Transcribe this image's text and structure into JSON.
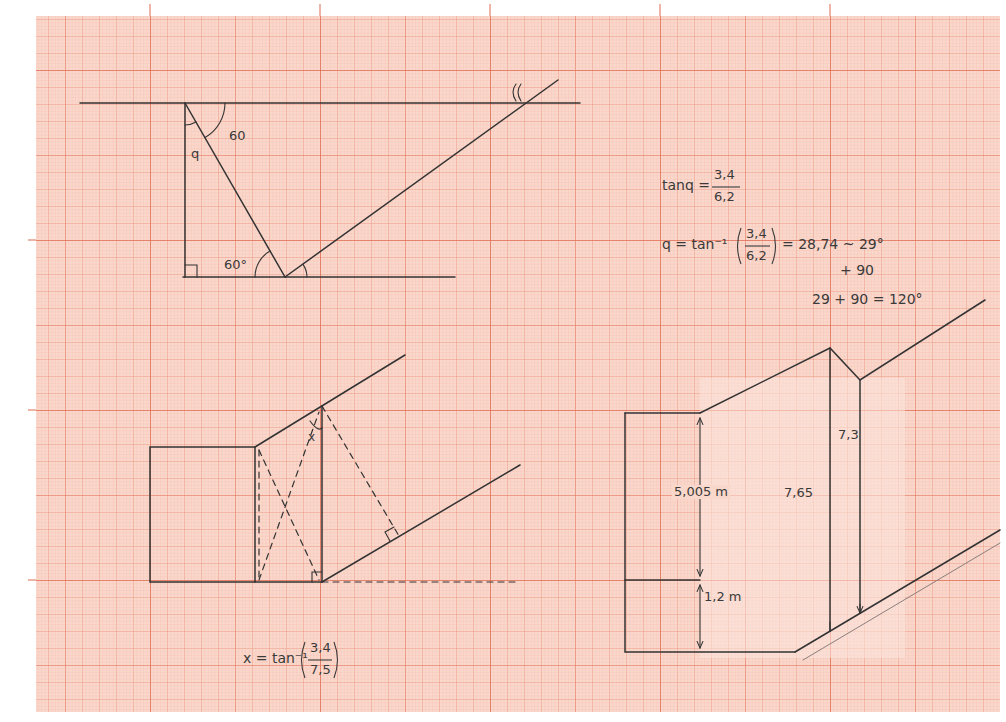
{
  "diagram": {
    "labels": [
      "q",
      "60",
      "60°",
      "tanq =",
      "3,4",
      "6,2",
      "q = tan⁻¹",
      "3,4",
      "6,2",
      "= 28,74 ~ 29°",
      "+ 90",
      "29 + 90 = 120°",
      "x",
      "x = tan⁻¹",
      "3,4",
      "7,5",
      "5,005 m",
      "7,65",
      "7,3",
      "1,2 m"
    ]
  }
}
